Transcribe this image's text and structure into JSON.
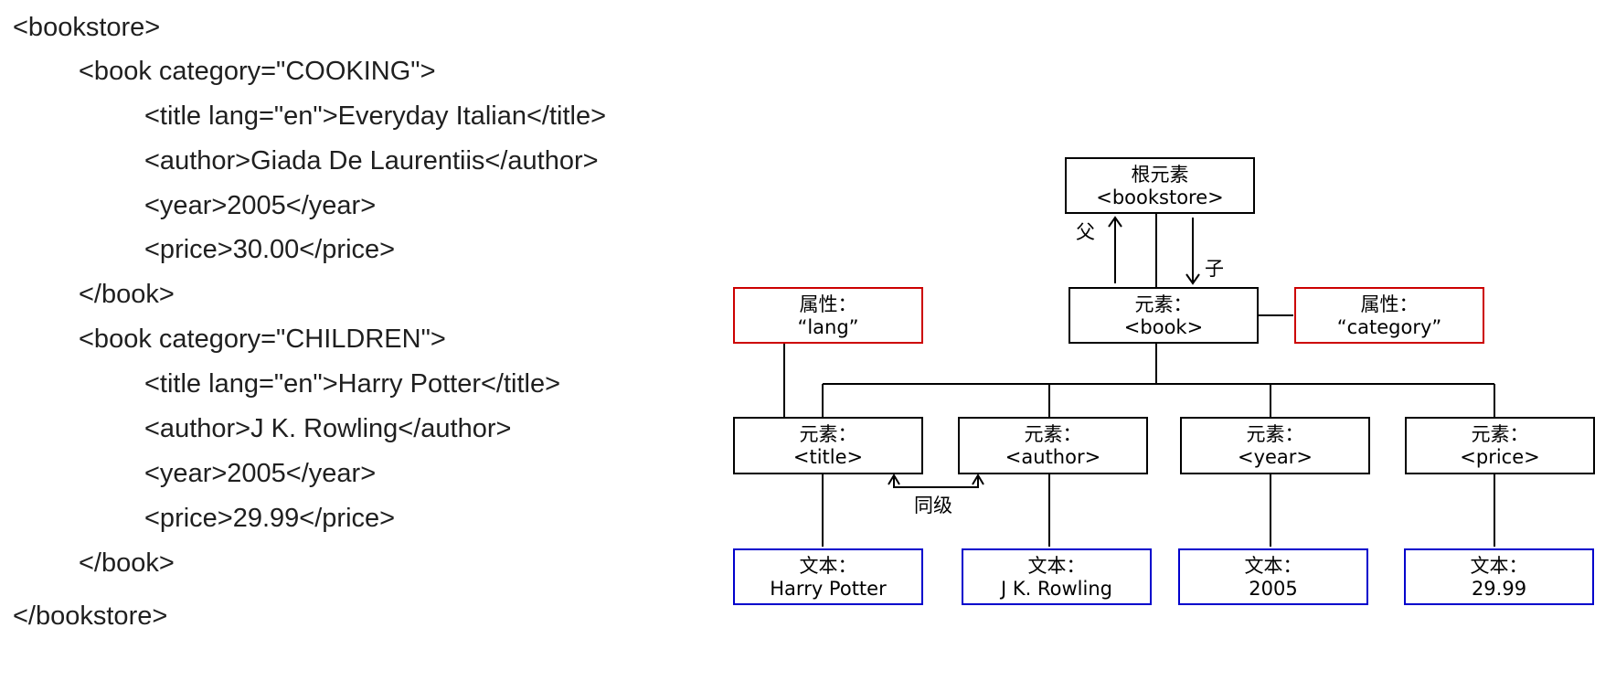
{
  "code": {
    "lines": [
      "<bookstore>",
      "<book category=\"COOKING\">",
      "<title lang=\"en\">Everyday Italian</title>",
      "<author>Giada De Laurentiis</author>",
      "<year>2005</year>",
      "<price>30.00</price>",
      "</book>",
      "<book category=\"CHILDREN\">",
      "<title lang=\"en\">Harry Potter</title>",
      "<author>J K. Rowling</author>",
      "<year>2005</year>",
      "<price>29.99</price>",
      "</book>",
      "</bookstore>"
    ]
  },
  "tree": {
    "colors": {
      "element": "#000000",
      "attribute": "#cc0000",
      "text": "#0000cc"
    },
    "nodes": {
      "root": {
        "line1": "根元素",
        "line2": "<bookstore>"
      },
      "book": {
        "line1": "元素：",
        "line2": "<book>"
      },
      "attr_lang": {
        "line1": "属性：",
        "line2": "“lang”"
      },
      "attr_cat": {
        "line1": "属性：",
        "line2": "“category”"
      },
      "title": {
        "line1": "元素：",
        "line2": "<title>"
      },
      "author": {
        "line1": "元素：",
        "line2": "<author>"
      },
      "year": {
        "line1": "元素：",
        "line2": "<year>"
      },
      "price": {
        "line1": "元素：",
        "line2": "<price>"
      },
      "txt_title": {
        "line1": "文本：",
        "line2": "Harry Potter"
      },
      "txt_author": {
        "line1": "文本：",
        "line2": "J K. Rowling"
      },
      "txt_year": {
        "line1": "文本：",
        "line2": "2005"
      },
      "txt_price": {
        "line1": "文本：",
        "line2": "29.99"
      }
    },
    "labels": {
      "parent": "父",
      "child": "子",
      "sibling": "同级"
    }
  }
}
